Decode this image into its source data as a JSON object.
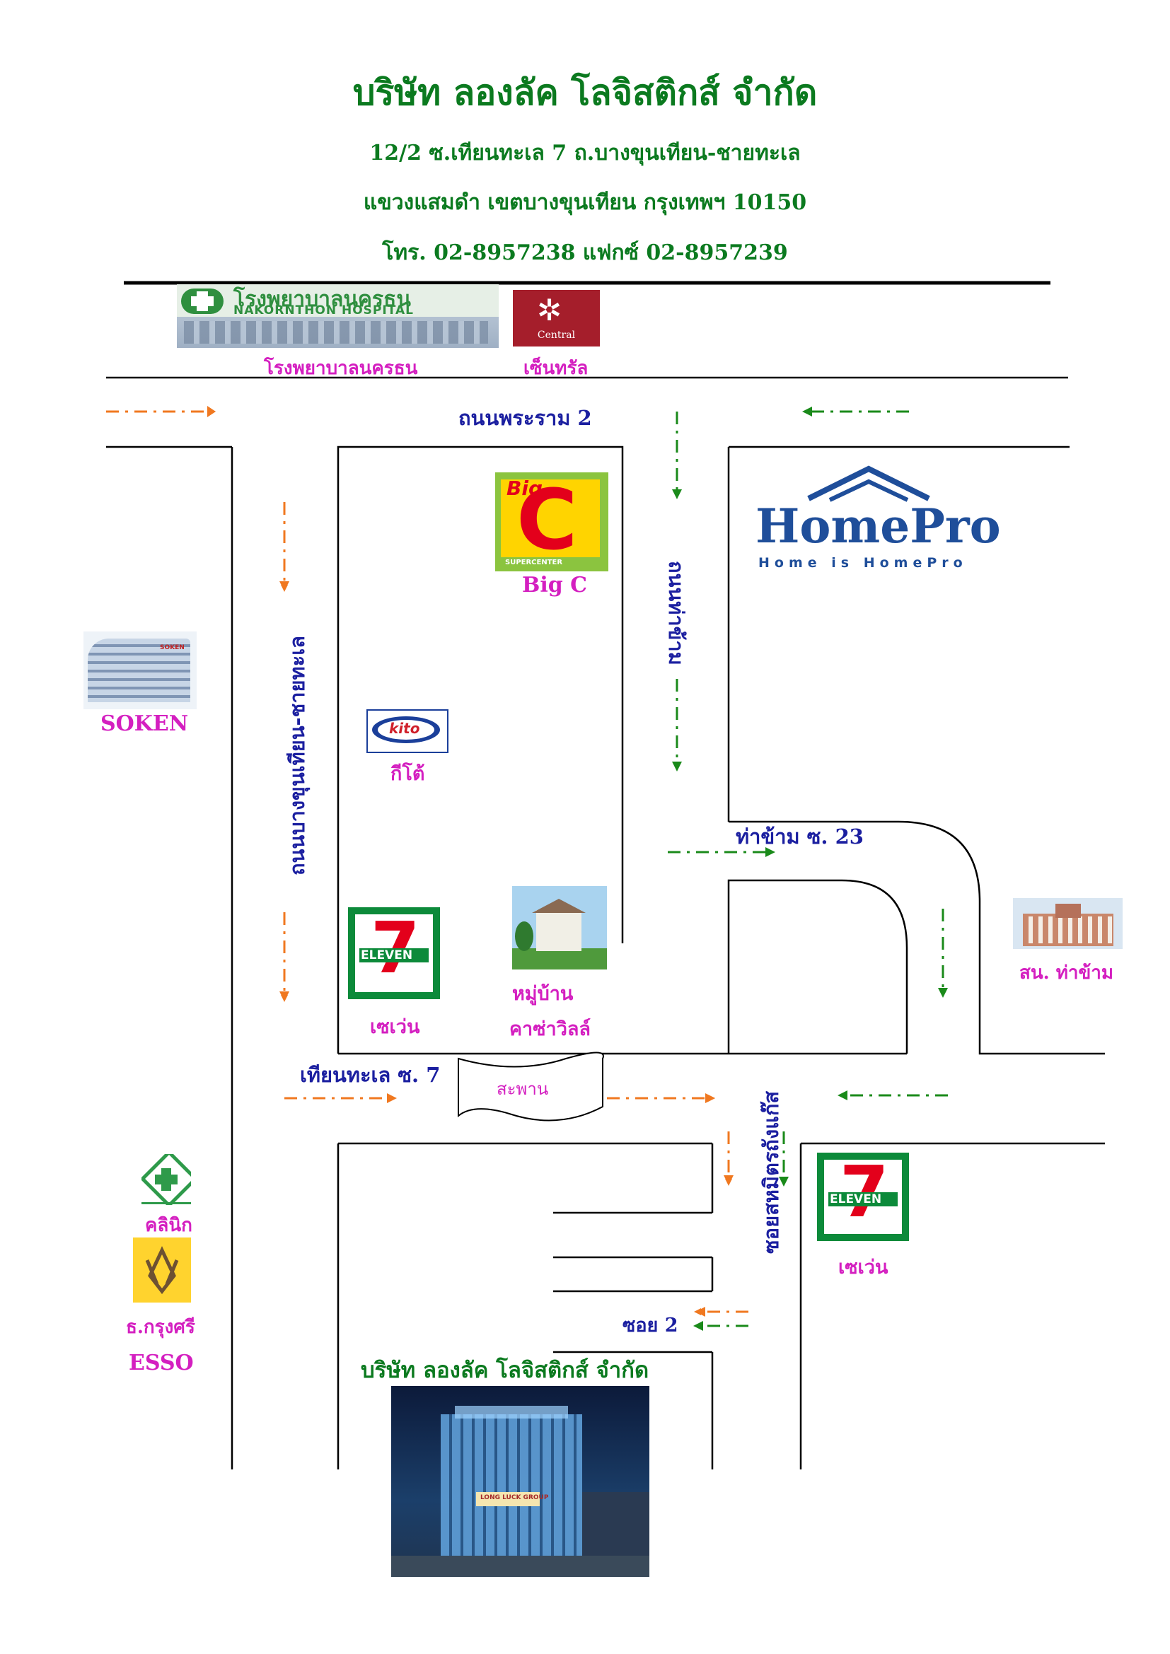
{
  "header": {
    "company": "บริษัท ลองลัค โลจิสติกส์ จำกัด",
    "address_line1": "12/2  ซ.เทียนทะเล 7 ถ.บางขุนเทียน-ชายทะเล",
    "address_line2": "แขวงแสมดำ เขตบางขุนเทียน กรุงเทพฯ 10150",
    "contact": "โทร. 02-8957238  แฟกซ์ 02-8957239"
  },
  "roads": {
    "rama2": "ถนนพระราม 2",
    "bangkhuntien": "ถนนบางขุนเทียน-ชายทะเล",
    "thakham": "ถนนท่าข้าม",
    "thakham_soi23": "ท่าข้าม ซ. 23",
    "tientalay_soi7": "เทียนทะเล ซ. 7",
    "bridge": "สะพาน",
    "soi_sahamit": "ซอยสหมิตรถังแก๊ส",
    "soi2": "ซอย 2"
  },
  "landmarks": {
    "hospital_sign_th": "โรงพยาบาลนครธน",
    "hospital_sign_en": "NAKORNTHON HOSPITAL",
    "hospital_label": "โรงพยาบาลนครธน",
    "central_logo": "Central",
    "central_label": "เซ็นทรัล",
    "bigc_logo_top": "Big",
    "bigc_logo_c": "C",
    "bigc_logo_sub": "SUPERCENTER",
    "bigc_label": "Big C",
    "homepro_logo": "HomePro",
    "homepro_tagline": "Home is HomePro",
    "soken_sign": "SOKEN",
    "soken_label": "SOKEN",
    "kito_logo": "kito",
    "kito_label": "กีโต้",
    "seven_logo": "ELEVEN",
    "seven_label_1": "เซเว่น",
    "seven_label_2": "เซเว่น",
    "village_label_1": "หมู่บ้าน",
    "village_label_2": "คาซ่าวิลล์",
    "thakham_office": "สน. ท่าข้าม",
    "clinic_label": "คลินิก",
    "krungsri_label": "ธ.กรุงศรี",
    "esso_label": "ESSO",
    "company_label": "บริษัท ลองลัค โลจิสติกส์ จำกัด",
    "building_sign": "LONG LUCK GROUP"
  },
  "colors": {
    "header_green": "#0b7a1f",
    "road_label_blue": "#1b1fa0",
    "landmark_magenta": "#d41fc0",
    "arrow_orange": "#f07820",
    "arrow_green": "#1a8a1a"
  }
}
